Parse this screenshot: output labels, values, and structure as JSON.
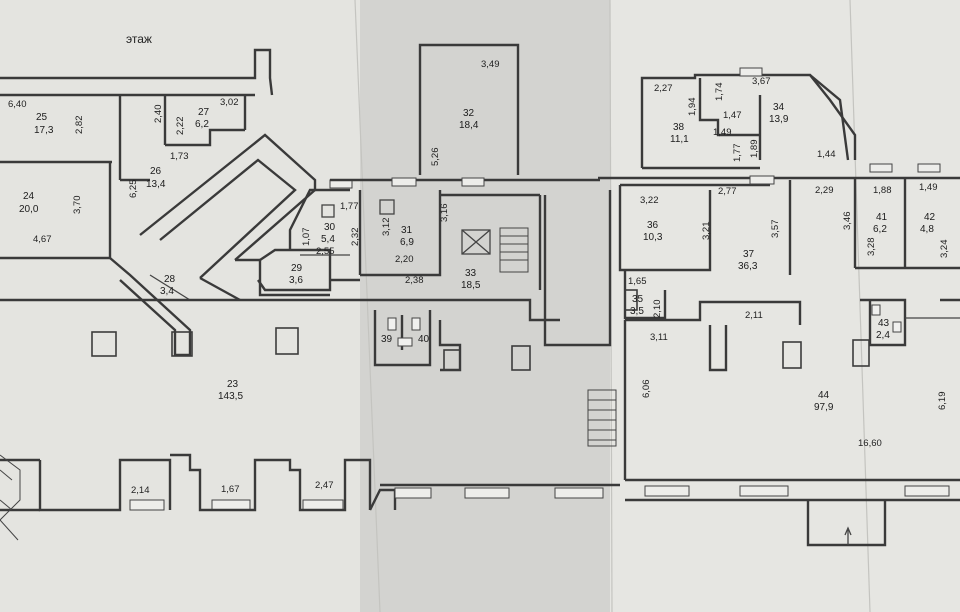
{
  "floor_label": "этаж",
  "rooms": [
    {
      "id": "24",
      "area": "20,0"
    },
    {
      "id": "25",
      "area": "17,3"
    },
    {
      "id": "26",
      "area": "13,4"
    },
    {
      "id": "27",
      "area": "6,2"
    },
    {
      "id": "28",
      "area": "3,4"
    },
    {
      "id": "29",
      "area": "3,6"
    },
    {
      "id": "30",
      "area": "5,4"
    },
    {
      "id": "31",
      "area": "6,9"
    },
    {
      "id": "32",
      "area": "18,4"
    },
    {
      "id": "33",
      "area": "18,5"
    },
    {
      "id": "34",
      "area": "13,9"
    },
    {
      "id": "35",
      "area": "3,5"
    },
    {
      "id": "36",
      "area": "10,3"
    },
    {
      "id": "37",
      "area": "36,3"
    },
    {
      "id": "38",
      "area": "11,1"
    },
    {
      "id": "39",
      "area": ""
    },
    {
      "id": "40",
      "area": ""
    },
    {
      "id": "41",
      "area": "6,2"
    },
    {
      "id": "42",
      "area": "4,8"
    },
    {
      "id": "43",
      "area": "2,4"
    },
    {
      "id": "23",
      "area": "143,5"
    },
    {
      "id": "44",
      "area": "97,9"
    }
  ],
  "dimensions": [
    "6,40",
    "2,82",
    "2,40",
    "3,02",
    "2,22",
    "1,73",
    "6,25",
    "3,70",
    "4,67",
    "1,77",
    "1,07",
    "2,32",
    "2,55",
    "3,12",
    "3,16",
    "2,20",
    "2,38",
    "3,49",
    "5,26",
    "2,27",
    "1,94",
    "1,74",
    "3,67",
    "1,47",
    "1,49",
    "1,77",
    "1,89",
    "1,44",
    "3,22",
    "2,77",
    "3,21",
    "3,57",
    "2,29",
    "1,88",
    "1,49",
    "3,46",
    "3,28",
    "3,24",
    "1,65",
    "2,10",
    "2,11",
    "3,11",
    "6,06",
    "6,19",
    "16,60",
    "2,14",
    "1,67",
    "2,47"
  ]
}
